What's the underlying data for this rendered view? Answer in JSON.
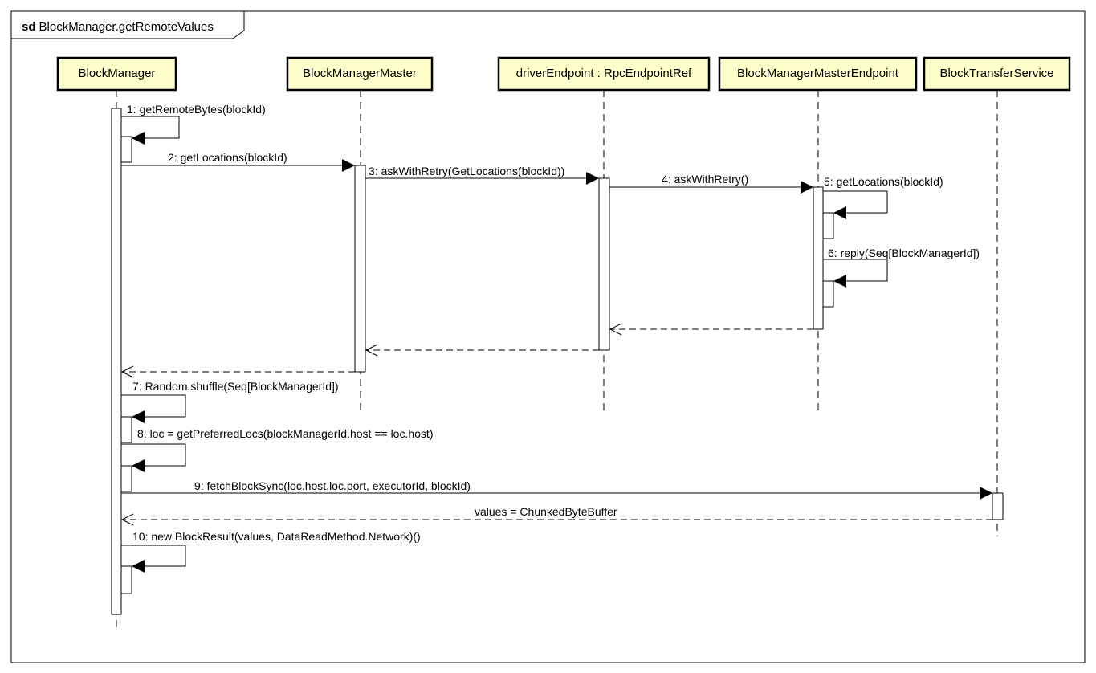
{
  "frame": {
    "keyword": "sd",
    "title": "BlockManager.getRemoteValues"
  },
  "colors": {
    "participant_fill": "#ffffcc",
    "stroke": "#000000",
    "background": "#ffffff"
  },
  "participants": [
    {
      "id": "bm",
      "label": "BlockManager"
    },
    {
      "id": "bmm",
      "label": "BlockManagerMaster"
    },
    {
      "id": "de",
      "label": "driverEndpoint : RpcEndpointRef"
    },
    {
      "id": "bmme",
      "label": "BlockManagerMasterEndpoint"
    },
    {
      "id": "bts",
      "label": "BlockTransferService"
    }
  ],
  "messages": [
    {
      "kind": "self",
      "from": "bm",
      "label": "1: getRemoteBytes(blockId)"
    },
    {
      "kind": "call",
      "from": "bm",
      "to": "bmm",
      "label": "2: getLocations(blockId)"
    },
    {
      "kind": "call",
      "from": "bmm",
      "to": "de",
      "label": "3: askWithRetry(GetLocations(blockId))"
    },
    {
      "kind": "call",
      "from": "de",
      "to": "bmme",
      "label": "4: askWithRetry()"
    },
    {
      "kind": "self",
      "from": "bmme",
      "label": "5: getLocations(blockId)"
    },
    {
      "kind": "self",
      "from": "bmme",
      "label": "6: reply(Seq[BlockManagerId])"
    },
    {
      "kind": "return",
      "from": "bmme",
      "to": "de",
      "label": ""
    },
    {
      "kind": "return",
      "from": "de",
      "to": "bmm",
      "label": ""
    },
    {
      "kind": "return",
      "from": "bmm",
      "to": "bm",
      "label": ""
    },
    {
      "kind": "self",
      "from": "bm",
      "label": "7: Random.shuffle(Seq[BlockManagerId])"
    },
    {
      "kind": "self",
      "from": "bm",
      "label": "8: loc = getPreferredLocs(blockManagerId.host == loc.host)"
    },
    {
      "kind": "call",
      "from": "bm",
      "to": "bts",
      "label": "9: fetchBlockSync(loc.host,loc.port, executorId, blockId)"
    },
    {
      "kind": "return",
      "from": "bts",
      "to": "bm",
      "label": "values = ChunkedByteBuffer"
    },
    {
      "kind": "self",
      "from": "bm",
      "label": "10: new BlockResult(values, DataReadMethod.Network)()"
    }
  ]
}
